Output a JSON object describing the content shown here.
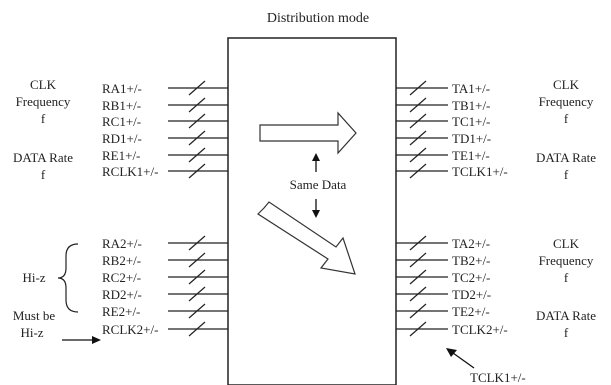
{
  "title": "Distribution mode",
  "center_label": "Same Data",
  "left_groups": [
    {
      "pins": [
        "RA1+/-",
        "RB1+/-",
        "RC1+/-",
        "RD1+/-",
        "RE1+/-",
        "RCLK1+/-"
      ],
      "notes": [
        "CLK",
        "Frequency",
        "f",
        "DATA Rate",
        "f"
      ]
    },
    {
      "pins": [
        "RA2+/-",
        "RB2+/-",
        "RC2+/-",
        "RD2+/-",
        "RE2+/-",
        "RCLK2+/-"
      ],
      "notes": [
        "Hi-z",
        "Must be",
        "Hi-z"
      ]
    }
  ],
  "right_groups": [
    {
      "pins": [
        "TA1+/-",
        "TB1+/-",
        "TC1+/-",
        "TD1+/-",
        "TE1+/-",
        "TCLK1+/-"
      ],
      "notes": [
        "CLK",
        "Frequency",
        "f",
        "DATA Rate",
        "f"
      ]
    },
    {
      "pins": [
        "TA2+/-",
        "TB2+/-",
        "TC2+/-",
        "TD2+/-",
        "TE2+/-",
        "TCLK2+/-"
      ],
      "notes": [
        "CLK",
        "Frequency",
        "f",
        "DATA Rate",
        "f"
      ]
    }
  ],
  "bottom_label": "TCLK1+/-"
}
